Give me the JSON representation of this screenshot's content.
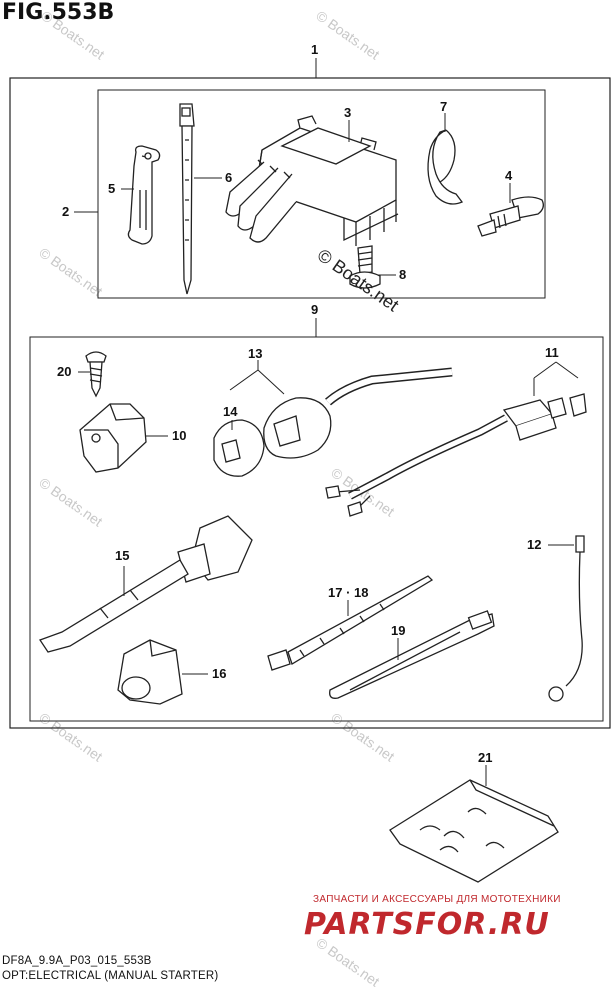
{
  "figure": {
    "title": "FIG.553B",
    "footer_code": "DF8A_9.9A_P03_015_553B",
    "footer_caption": "OPT:ELECTRICAL (MANUAL STARTER)"
  },
  "callouts": {
    "c1": "1",
    "c2": "2",
    "c3": "3",
    "c4": "4",
    "c5": "5",
    "c6": "6",
    "c7": "7",
    "c8": "8",
    "c9": "9",
    "c10": "10",
    "c11": "11",
    "c12": "12",
    "c13": "13",
    "c14": "14",
    "c15": "15",
    "c16": "16",
    "c17_18": "17 · 18",
    "c19": "19",
    "c20": "20",
    "c21": "21"
  },
  "watermark": {
    "text": "© Boats.net",
    "center_text": "© Boats.net"
  },
  "advert": {
    "tagline": "ЗАПЧАСТИ И АКСЕССУАРЫ ДЛЯ МОТОТЕХНИКИ",
    "brand": "PARTSFOR.RU",
    "brand_color": "#c0282d"
  }
}
